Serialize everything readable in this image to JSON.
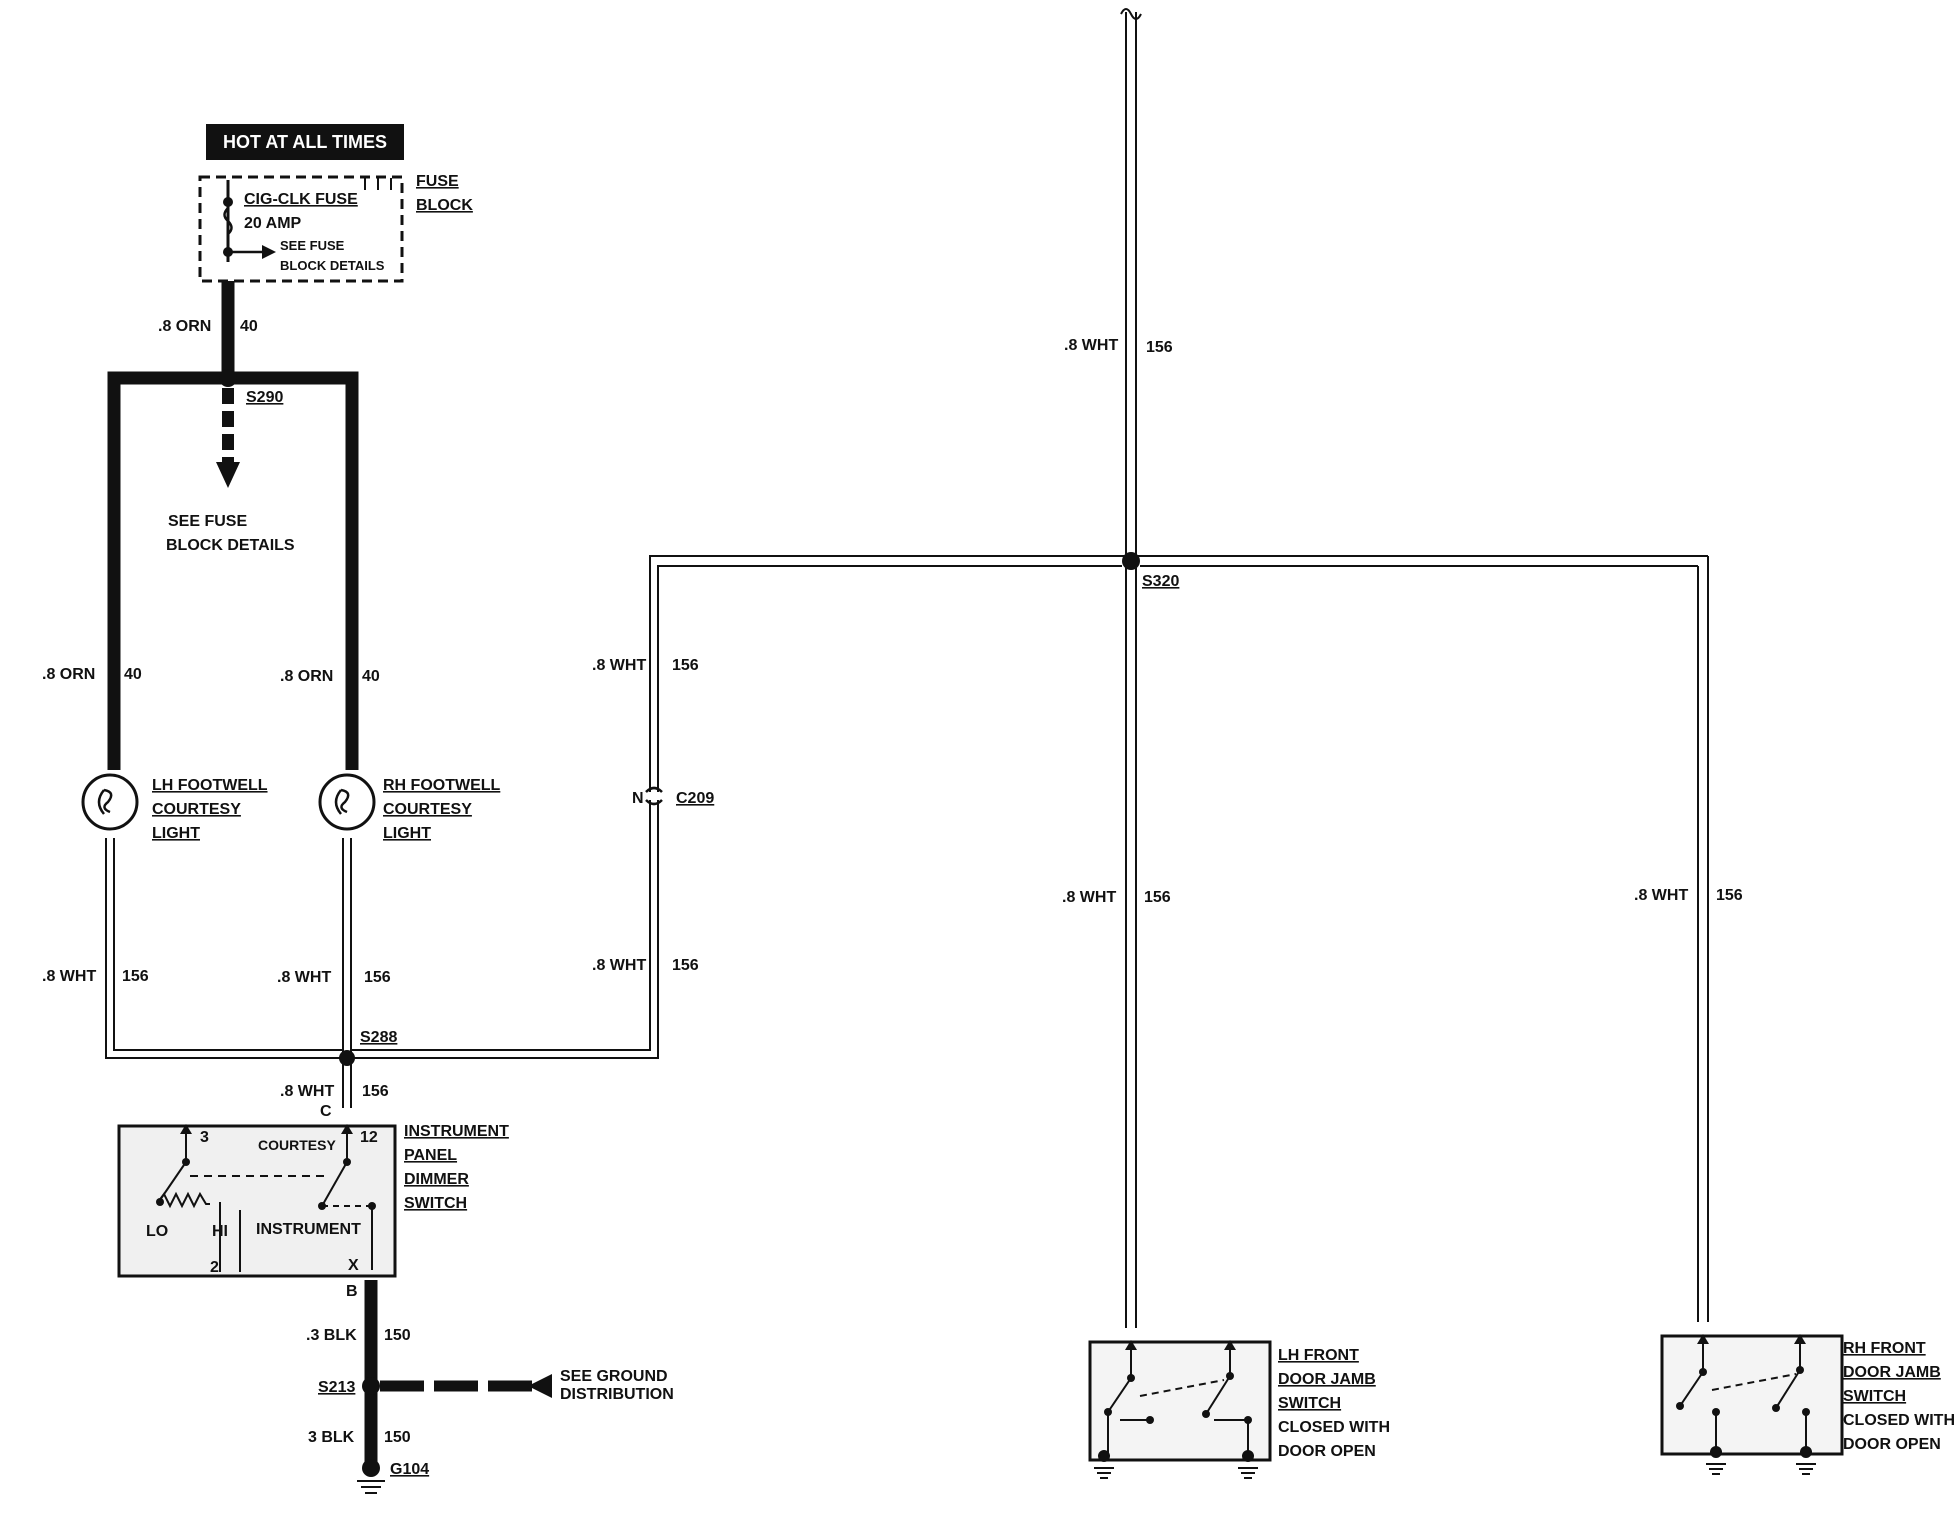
{
  "hot_label": "HOT AT ALL TIMES",
  "fuse_block": {
    "fuse_name": "CIG-CLK FUSE",
    "rating": "20 AMP",
    "detail_line1": "SEE FUSE",
    "detail_line2": "BLOCK DETAILS",
    "block_line1": "FUSE",
    "block_line2": "BLOCK"
  },
  "see_fuse_block": {
    "line1": "SEE FUSE",
    "line2": "BLOCK DETAILS"
  },
  "wire_labels": {
    "orn": ".8 ORN",
    "orn_circuit": "40",
    "wht": ".8 WHT",
    "wht_circuit": "156",
    "blk": ".3 BLK",
    "blk_alt": "3 BLK",
    "blk_circuit": "150"
  },
  "splices": {
    "s290": "S290",
    "s320": "S320",
    "s288": "S288",
    "s213": "S213",
    "g104": "G104"
  },
  "connector": {
    "name": "C209",
    "pin": "N"
  },
  "lh_footwell_light": {
    "line1": "LH FOOTWELL",
    "line2": "COURTESY",
    "line3": "LIGHT"
  },
  "rh_footwell_light": {
    "line1": "RH FOOTWELL",
    "line2": "COURTESY",
    "line3": "LIGHT"
  },
  "dimmer_switch": {
    "line1": "INSTRUMENT",
    "line2": "PANEL",
    "line3": "DIMMER",
    "line4": "SWITCH",
    "courtesy": "COURTESY",
    "instrument": "INSTRUMENT",
    "lo": "LO",
    "hi": "HI",
    "pin_3": "3",
    "pin_12": "12",
    "pin_2": "2",
    "pin_x": "X",
    "conn_c": "C",
    "conn_b": "B"
  },
  "ground_distribution": {
    "line1": "SEE GROUND",
    "line2": "DISTRIBUTION"
  },
  "lh_door_switch": {
    "line1": "LH FRONT",
    "line2": "DOOR JAMB",
    "line3": "SWITCH",
    "line4": "CLOSED WITH",
    "line5": "DOOR OPEN"
  },
  "rh_door_switch": {
    "line1": "RH FRONT",
    "line2": "DOOR JAMB",
    "line3": "SWITCH",
    "line4": "CLOSED WITH",
    "line5": "DOOR OPEN"
  }
}
